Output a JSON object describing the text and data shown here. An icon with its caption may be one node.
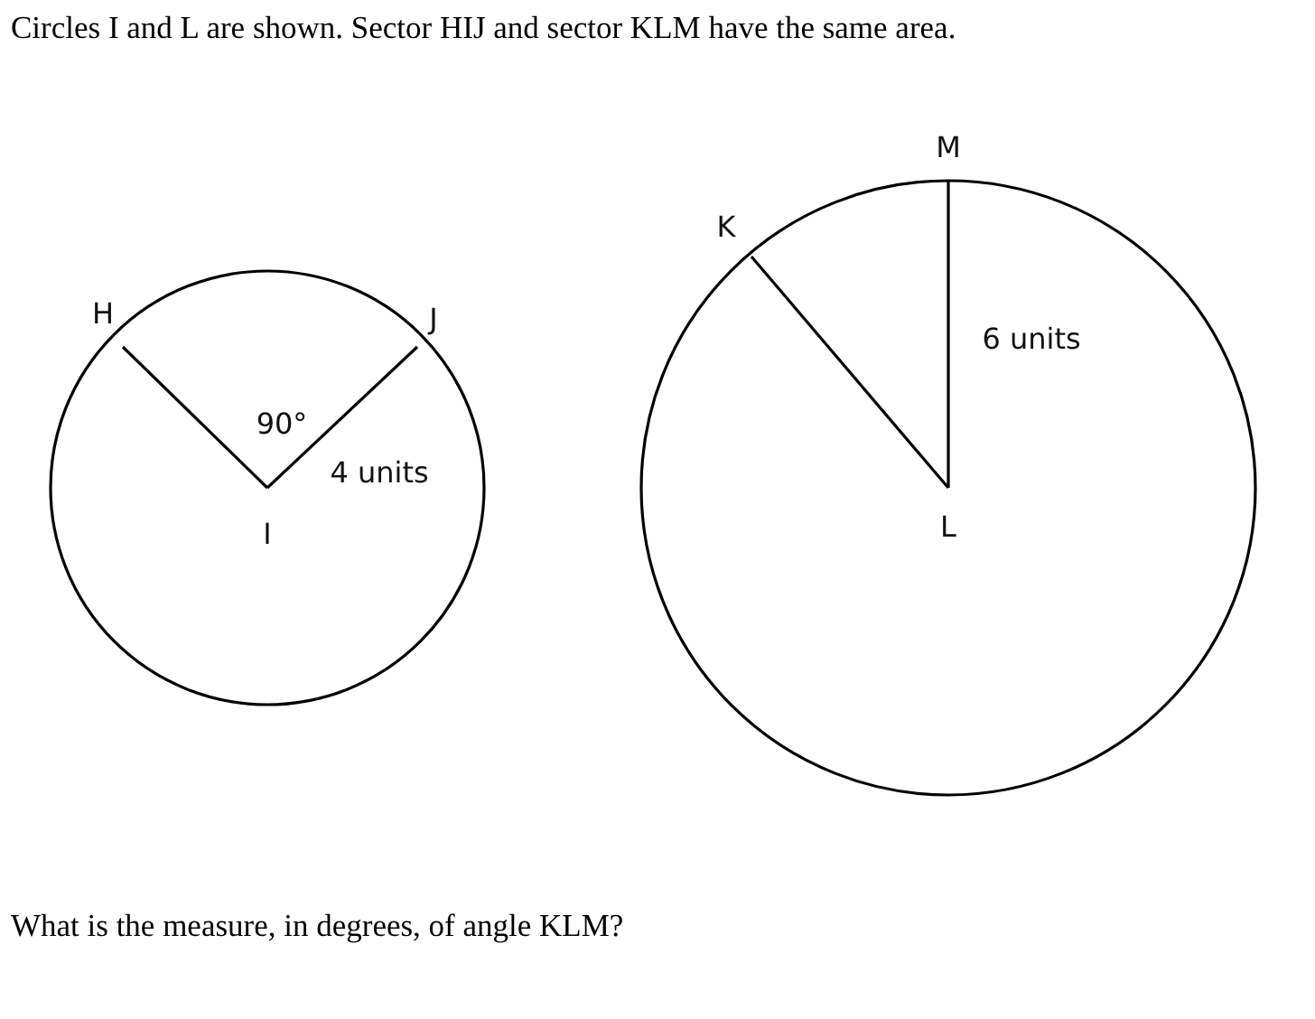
{
  "diagram": {
    "title": "Circles I and L are shown. Sector HIJ and sector KLM have the same area.",
    "caption": "What is the measure, in degrees, of angle KLM?",
    "labels": [
      "M",
      "K",
      "H",
      "J",
      "6 units",
      "90°",
      "4 units",
      "I",
      "L"
    ]
  }
}
